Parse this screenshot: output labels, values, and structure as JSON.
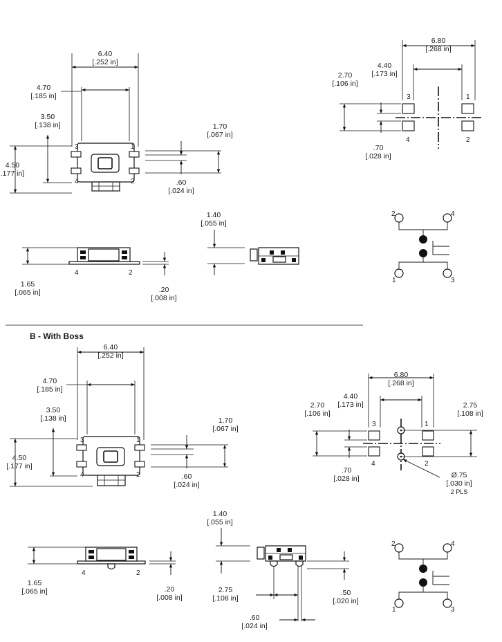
{
  "section_b": {
    "title": "B - With Boss"
  },
  "dims": {
    "d640": "6.40",
    "d640_in": "[.252 in]",
    "d470": "4.70",
    "d470_in": "[.185 in]",
    "d350": "3.50",
    "d350_in": "[.138 in]",
    "d450": "4.50",
    "d450_in": ".177 in]",
    "d450_in_b": "[.177 in]",
    "d170": "1.70",
    "d170_in": "[.067 in]",
    "d060": ".60",
    "d060_in": "[.024 in]",
    "d680": "6.80",
    "d680_in": "[.268 in]",
    "d440": "4.40",
    "d440_in": "[.173 in]",
    "d270": "2.70",
    "d270_in": "[.106 in]",
    "d070": ".70",
    "d070_in": "[.028 in]",
    "d140": "1.40",
    "d140_in": "[.055 in]",
    "d165": "1.65",
    "d165_in": "[.065 in]",
    "d020": ".20",
    "d020_in": "[.008 in]",
    "d275": "2.75",
    "d275_in": "[.108 in]",
    "d050": ".50",
    "d050_in": "[.020 in]",
    "dia": "Ø.75",
    "dia_in": "[.030 in]",
    "dia_note": "2 PLS"
  },
  "pins": {
    "p1": "1",
    "p2": "2",
    "p3": "3",
    "p4": "4"
  }
}
